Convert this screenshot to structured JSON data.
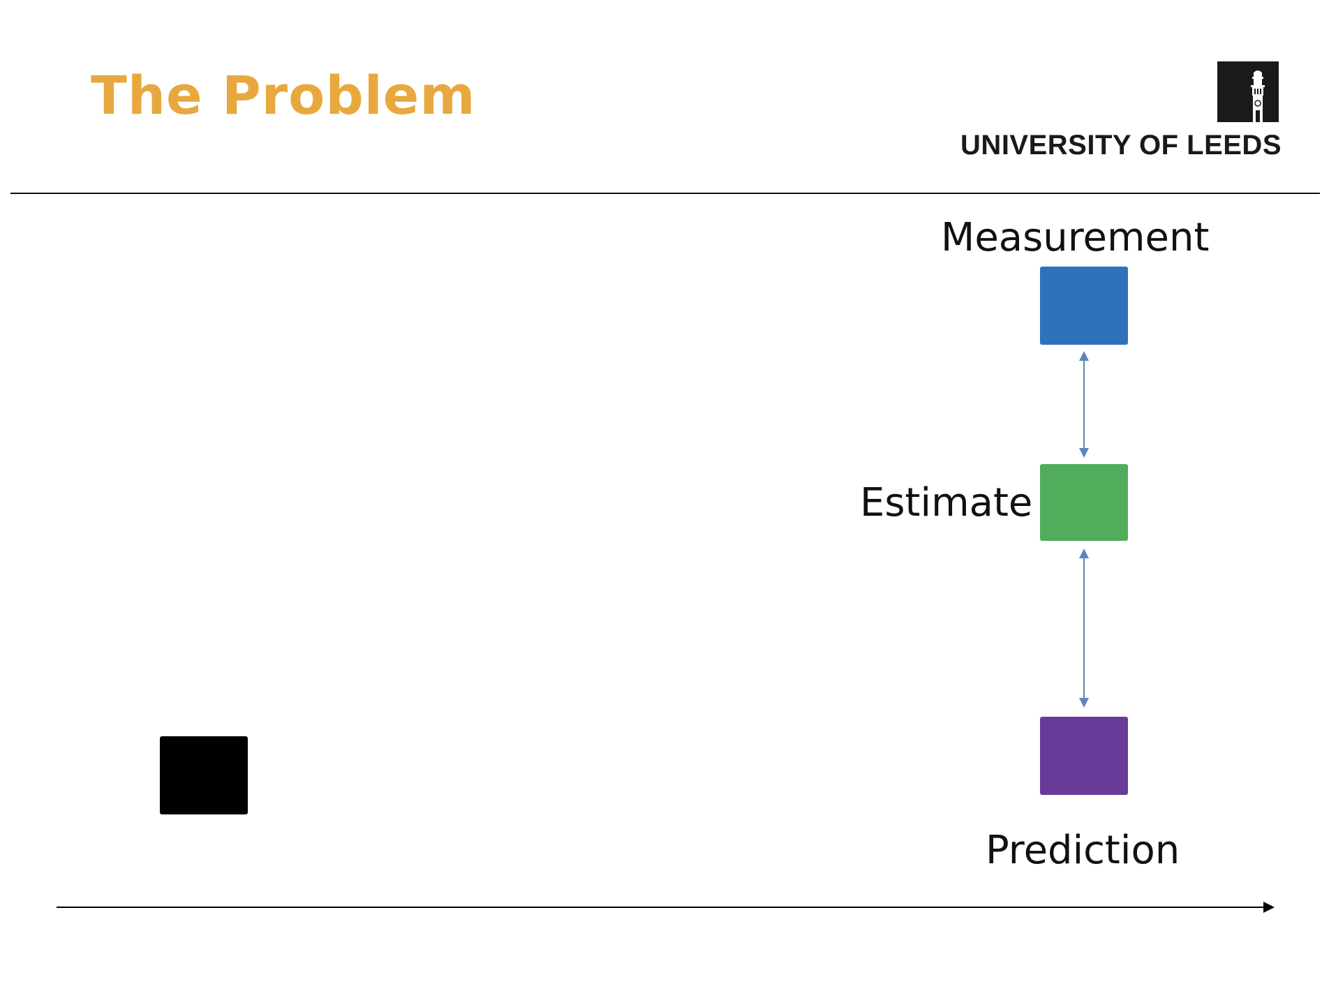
{
  "slide": {
    "title": "The Problem"
  },
  "logo": {
    "text": "UNIVERSITY OF LEEDS",
    "icon": "clock-tower-icon"
  },
  "diagram": {
    "labels": {
      "measurement": "Measurement",
      "estimate": "Estimate",
      "prediction": "Prediction"
    },
    "colors": {
      "measurement": "#2E72BA",
      "estimate": "#50AD5C",
      "prediction": "#683A99",
      "start": "#000000",
      "connector": "#5A86C0",
      "title": "#E8A83E"
    },
    "icons": {
      "timeline": "arrow-right-icon",
      "connectors": "double-headed-arrow-icon"
    }
  }
}
